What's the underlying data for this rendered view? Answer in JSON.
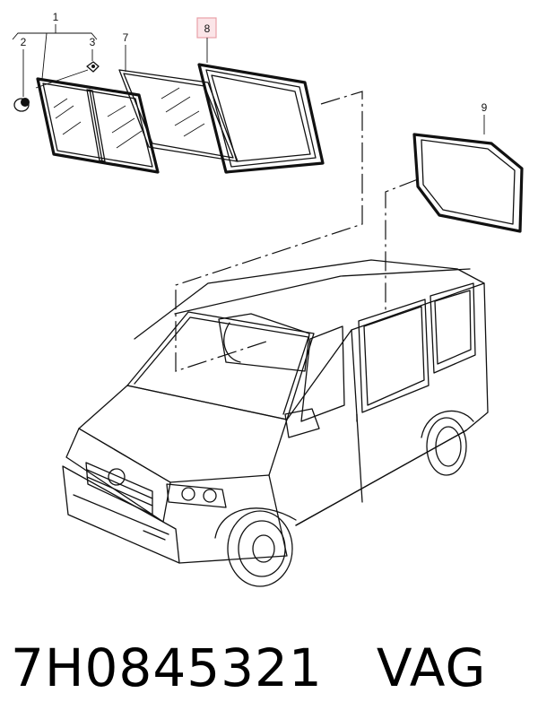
{
  "callouts": {
    "c1": "1",
    "c2": "2",
    "c3": "3",
    "c7": "7",
    "c8": "8",
    "c9": "9"
  },
  "highlight_color": "#e8a0a8",
  "caption": {
    "part_number": "7H0845321",
    "brand": "VAG"
  }
}
